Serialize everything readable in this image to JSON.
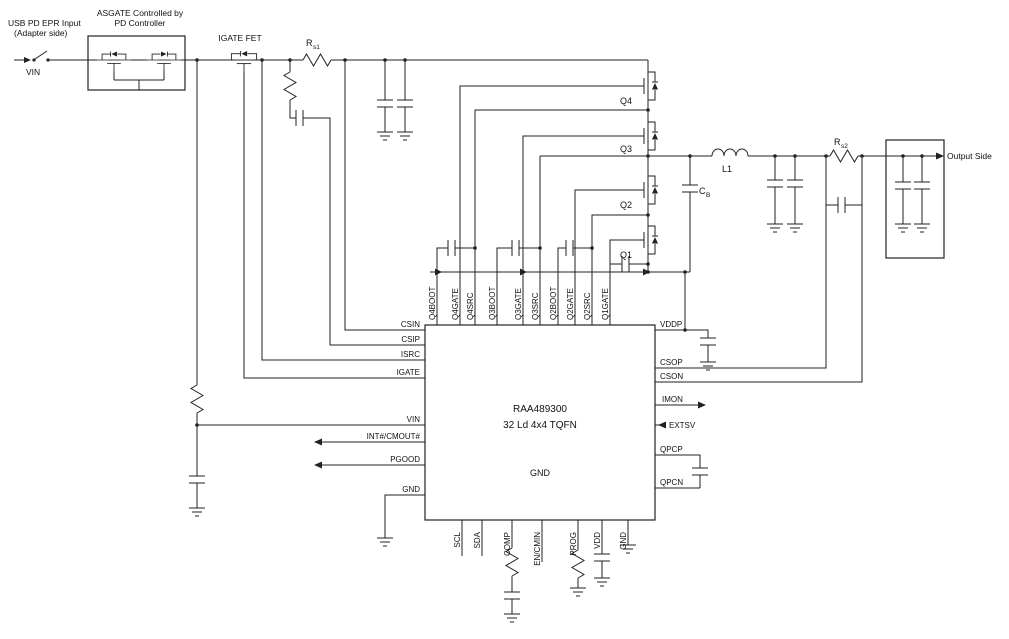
{
  "schematic": {
    "input": {
      "title_line1": "USB PD EPR Input",
      "title_line2": "(Adapter side)",
      "vin_label": "VIN"
    },
    "asgate": {
      "caption_line1": "ASGATE Controlled by",
      "caption_line2": "PD Controller"
    },
    "igate_fet_label": "IGATE FET",
    "resistors": {
      "rs1_main": "R",
      "rs1_sub": "s1",
      "rs2_main": "R",
      "rs2_sub": "s2"
    },
    "caps": {
      "cb_main": "C",
      "cb_sub": "B"
    },
    "inductor_label": "L1",
    "fets": {
      "q1": "Q1",
      "q2": "Q2",
      "q3": "Q3",
      "q4": "Q4"
    },
    "output_label": "Output Side",
    "ic": {
      "name": "RAA489300",
      "package": "32 Ld 4x4 TQFN",
      "pad_label": "GND",
      "top_pins": [
        "Q4BOOT",
        "Q4GATE",
        "Q4SRC",
        "Q3BOOT",
        "Q3GATE",
        "Q3SRC",
        "Q2BOOT",
        "Q2GATE",
        "Q2SRC",
        "Q1GATE"
      ],
      "left_pins": [
        "CSIN",
        "CSIP",
        "ISRC",
        "IGATE",
        "VIN",
        "INT#/CMOUT#",
        "PGOOD",
        "GND"
      ],
      "right_pins": [
        "VDDP",
        "CSOP",
        "CSON",
        "IMON",
        "EXTSV",
        "QPCP",
        "QPCN"
      ],
      "bottom_pins": [
        "SCL",
        "SDA",
        "COMP",
        "EN/CMIN",
        "PROG",
        "VDD",
        "GND"
      ]
    }
  }
}
